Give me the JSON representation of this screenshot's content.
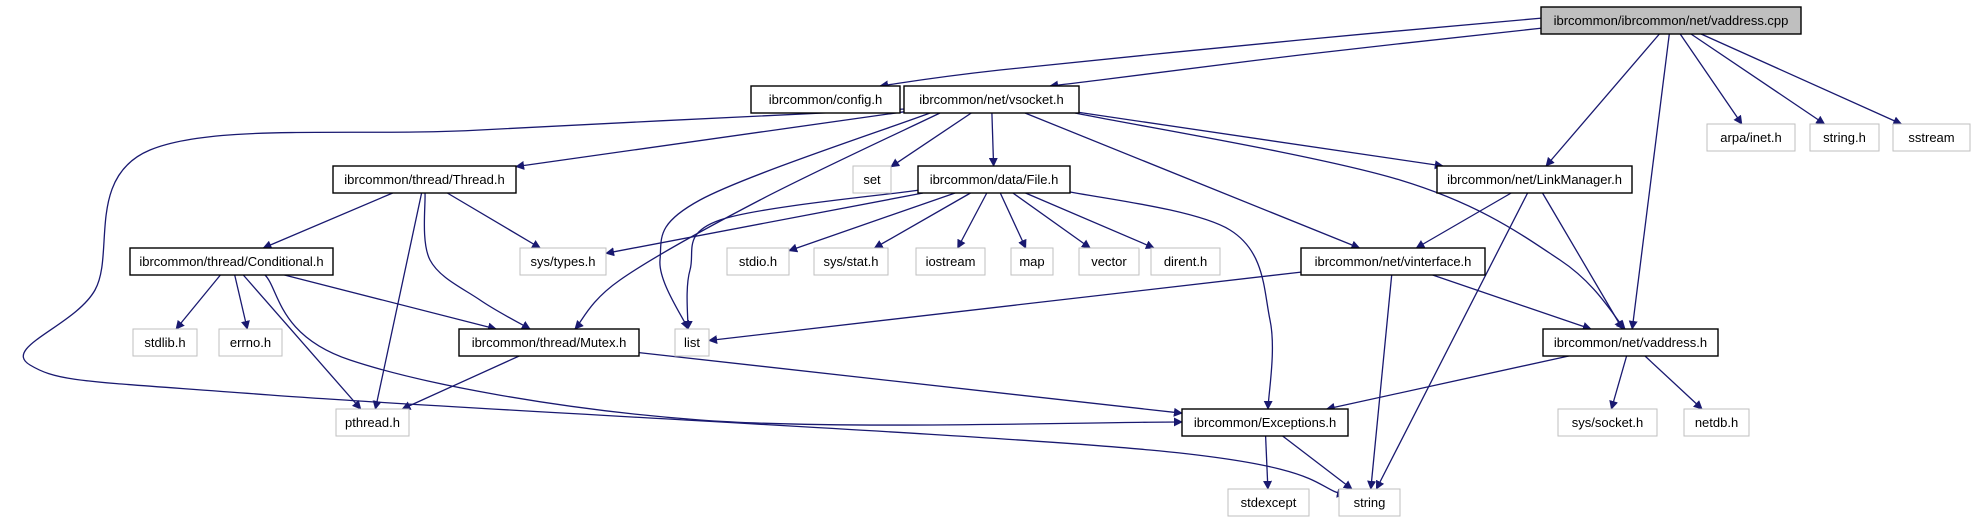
{
  "colors": {
    "edge": "#191970",
    "root_fill": "#bfbfbf",
    "box_fill": "#ffffff",
    "doc_border": "#000000",
    "sys_border": "#bfbfbf"
  },
  "diagram": {
    "nodes": [
      {
        "id": "vaddress_cpp",
        "label": "ibrcommon/ibrcommon/net/vaddress.cpp",
        "kind": "root"
      },
      {
        "id": "config_h",
        "label": "ibrcommon/config.h",
        "kind": "doc"
      },
      {
        "id": "vsocket_h",
        "label": "ibrcommon/net/vsocket.h",
        "kind": "doc"
      },
      {
        "id": "arpa_inet_h",
        "label": "arpa/inet.h",
        "kind": "sys"
      },
      {
        "id": "string_h",
        "label": "string.h",
        "kind": "sys"
      },
      {
        "id": "sstream",
        "label": "sstream",
        "kind": "sys"
      },
      {
        "id": "thread_h",
        "label": "ibrcommon/thread/Thread.h",
        "kind": "doc"
      },
      {
        "id": "set",
        "label": "set",
        "kind": "sys"
      },
      {
        "id": "file_h",
        "label": "ibrcommon/data/File.h",
        "kind": "doc"
      },
      {
        "id": "linkmanager_h",
        "label": "ibrcommon/net/LinkManager.h",
        "kind": "doc"
      },
      {
        "id": "conditional_h",
        "label": "ibrcommon/thread/Conditional.h",
        "kind": "doc"
      },
      {
        "id": "sys_types_h",
        "label": "sys/types.h",
        "kind": "sys"
      },
      {
        "id": "stdio_h",
        "label": "stdio.h",
        "kind": "sys"
      },
      {
        "id": "sys_stat_h",
        "label": "sys/stat.h",
        "kind": "sys"
      },
      {
        "id": "iostream",
        "label": "iostream",
        "kind": "sys"
      },
      {
        "id": "map",
        "label": "map",
        "kind": "sys"
      },
      {
        "id": "vector",
        "label": "vector",
        "kind": "sys"
      },
      {
        "id": "dirent_h",
        "label": "dirent.h",
        "kind": "sys"
      },
      {
        "id": "vinterface_h",
        "label": "ibrcommon/net/vinterface.h",
        "kind": "doc"
      },
      {
        "id": "stdlib_h",
        "label": "stdlib.h",
        "kind": "sys"
      },
      {
        "id": "errno_h",
        "label": "errno.h",
        "kind": "sys"
      },
      {
        "id": "mutex_h",
        "label": "ibrcommon/thread/Mutex.h",
        "kind": "doc"
      },
      {
        "id": "list",
        "label": "list",
        "kind": "sys"
      },
      {
        "id": "vaddress_h",
        "label": "ibrcommon/net/vaddress.h",
        "kind": "doc"
      },
      {
        "id": "pthread_h",
        "label": "pthread.h",
        "kind": "sys"
      },
      {
        "id": "exceptions_h",
        "label": "ibrcommon/Exceptions.h",
        "kind": "doc"
      },
      {
        "id": "sys_socket_h",
        "label": "sys/socket.h",
        "kind": "sys"
      },
      {
        "id": "netdb_h",
        "label": "netdb.h",
        "kind": "sys"
      },
      {
        "id": "stdexcept",
        "label": "stdexcept",
        "kind": "sys"
      },
      {
        "id": "string",
        "label": "string",
        "kind": "sys"
      }
    ],
    "edges": [
      [
        "vaddress_cpp",
        "config_h"
      ],
      [
        "vaddress_cpp",
        "vsocket_h"
      ],
      [
        "vaddress_cpp",
        "arpa_inet_h"
      ],
      [
        "vaddress_cpp",
        "string_h"
      ],
      [
        "vaddress_cpp",
        "sstream"
      ],
      [
        "vaddress_cpp",
        "linkmanager_h"
      ],
      [
        "vaddress_cpp",
        "vaddress_h"
      ],
      [
        "vsocket_h",
        "thread_h"
      ],
      [
        "vsocket_h",
        "set"
      ],
      [
        "vsocket_h",
        "file_h"
      ],
      [
        "vsocket_h",
        "linkmanager_h"
      ],
      [
        "vsocket_h",
        "mutex_h"
      ],
      [
        "vsocket_h",
        "list"
      ],
      [
        "vsocket_h",
        "vinterface_h"
      ],
      [
        "vsocket_h",
        "vaddress_h"
      ],
      [
        "vsocket_h",
        "string"
      ],
      [
        "thread_h",
        "conditional_h"
      ],
      [
        "thread_h",
        "sys_types_h"
      ],
      [
        "thread_h",
        "mutex_h"
      ],
      [
        "thread_h",
        "pthread_h"
      ],
      [
        "conditional_h",
        "stdlib_h"
      ],
      [
        "conditional_h",
        "errno_h"
      ],
      [
        "conditional_h",
        "mutex_h"
      ],
      [
        "conditional_h",
        "pthread_h"
      ],
      [
        "conditional_h",
        "exceptions_h"
      ],
      [
        "mutex_h",
        "pthread_h"
      ],
      [
        "mutex_h",
        "exceptions_h"
      ],
      [
        "file_h",
        "sys_types_h"
      ],
      [
        "file_h",
        "list"
      ],
      [
        "file_h",
        "stdio_h"
      ],
      [
        "file_h",
        "sys_stat_h"
      ],
      [
        "file_h",
        "iostream"
      ],
      [
        "file_h",
        "map"
      ],
      [
        "file_h",
        "vector"
      ],
      [
        "file_h",
        "dirent_h"
      ],
      [
        "file_h",
        "exceptions_h"
      ],
      [
        "linkmanager_h",
        "vinterface_h"
      ],
      [
        "linkmanager_h",
        "vaddress_h"
      ],
      [
        "linkmanager_h",
        "string"
      ],
      [
        "vinterface_h",
        "list"
      ],
      [
        "vinterface_h",
        "vaddress_h"
      ],
      [
        "vinterface_h",
        "string"
      ],
      [
        "vaddress_h",
        "exceptions_h"
      ],
      [
        "vaddress_h",
        "sys_socket_h"
      ],
      [
        "vaddress_h",
        "netdb_h"
      ],
      [
        "exceptions_h",
        "stdexcept"
      ],
      [
        "exceptions_h",
        "string"
      ]
    ]
  }
}
